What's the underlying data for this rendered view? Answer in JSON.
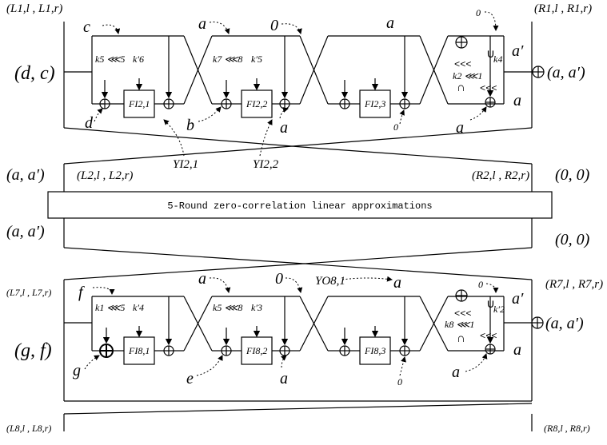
{
  "labels": {
    "top_left_pair": "(L1,l , L1,r)",
    "top_right_pair": "(R1,l , R1,r)",
    "mid_left_pair": "(L2,l , L2,r)",
    "mid_right_pair": "(R2,l , R2,r)",
    "bottom_left_pair": "(L7,l , L7,r)",
    "bottom_right_pair": "(R7,l , R7,r)",
    "last_left_pair": "(L8,l , L8,r)",
    "last_right_pair": "(R8,l , R8,r)",
    "input_dc": "(d, c)",
    "input_gf": "(g, f)",
    "output_aa1": "(a, a′)",
    "output_aa2": "(a, a′)",
    "mid_aa_top": "(a, a′)",
    "mid_aa_bottom": "(a, a′)",
    "zero_top": "(0, 0)",
    "zero_bottom": "(0, 0)",
    "banner": "5-Round zero-correlation linear approximations",
    "yi21": "YI2,1",
    "yi22": "YI2,2",
    "yo81": "YO8,1"
  },
  "round1": {
    "c": "c",
    "d": "d",
    "a1": "a",
    "zero1": "0",
    "a2": "a",
    "b": "b",
    "a3": "a",
    "zero2": "0",
    "a4": "a",
    "zero3": "0",
    "a_prime": "a′",
    "a5": "a",
    "k1": "k5 ⋘5",
    "k1p": "k′6",
    "k2": "k7 ⋘8",
    "k2p": "k′5",
    "k3": "k4",
    "k3b": "k2 ⋘1",
    "fi1": "FI2,1",
    "fi2": "FI2,2",
    "fi3": "FI2,3"
  },
  "round8": {
    "f": "f",
    "g": "g",
    "a1": "a",
    "zero1": "0",
    "a2": "a",
    "e": "e",
    "a3": "a",
    "zero2": "0",
    "a4": "a",
    "zero3": "0",
    "a_prime": "a′",
    "a5": "a",
    "k1": "k1 ⋘5",
    "k1p": "k′4",
    "k2": "k5 ⋘8",
    "k2p": "k′3",
    "k3": "k′2",
    "k3b": "k8 ⋘1",
    "fi1": "FI8,1",
    "fi2": "FI8,2",
    "fi3": "FI8,3"
  }
}
